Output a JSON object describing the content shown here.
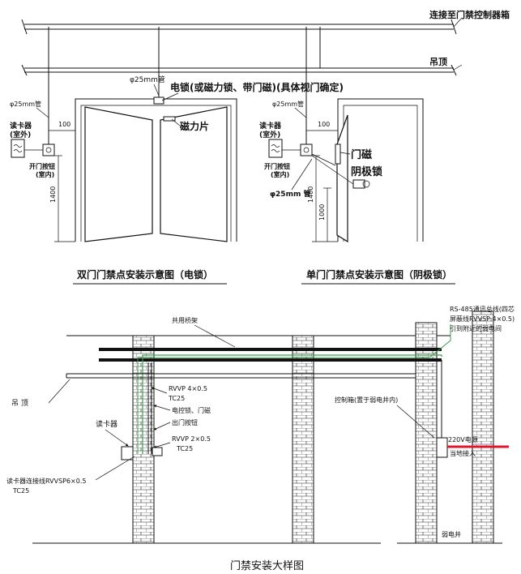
{
  "top_diagram": {
    "label_control_box": "连接至门禁控制器箱",
    "label_ceiling": "吊顶",
    "label_pipe_25_center": "φ25mm管",
    "label_lock": "电锁(或磁力锁、带门磁)(具体视门确定)",
    "label_magnet_plate": "磁力片",
    "double_door": {
      "pipe_label": "φ25mm管",
      "reader_label_1": "读卡器",
      "reader_label_2": "(室外)",
      "button_label_1": "开门按钮",
      "button_label_2": "(室内)",
      "dim_100": "100",
      "dim_1400": "1400",
      "caption": "双门门禁点安装示意图（电锁）"
    },
    "single_door": {
      "pipe_label": "φ25mm管",
      "reader_label_1": "读卡器",
      "reader_label_2": "(室外)",
      "button_label_1": "开门按钮",
      "button_label_2": "(室内)",
      "label_door_contact": "门磁",
      "label_cathode_lock": "阴极锁",
      "label_pipe_25": "φ25mm 管",
      "dim_100": "100",
      "dim_1400": "1400",
      "dim_1000": "1000",
      "caption": "单门门禁点安装示意图（阴极锁）"
    }
  },
  "bottom_diagram": {
    "label_tray": "共用桥架",
    "label_rs485_1": "RS-485通讯总线(四芯",
    "label_rs485_2": "屏蔽线RVVSP 4×0.5)",
    "label_rs485_3": "引到附近的弱电间",
    "label_rvvp4": "RVVP 4×0.5",
    "label_tc25_a": "TC25",
    "label_elock": "电控锁、门磁",
    "label_exit_button": "出门按钮",
    "label_rvvp2": "RVVP 2×0.5",
    "label_tc25_b": "TC25",
    "label_ceiling": "吊  顶",
    "label_reader": "读卡器",
    "label_reader_cable": "读卡器连接线RVVSP6×0.5",
    "label_tc25_c": "TC25",
    "label_control_box": "控制箱(置于弱电井内)",
    "label_220v_1": "220V电源",
    "label_220v_2": "当地接入",
    "label_shaft": "弱电井",
    "power_line_color": "#e0162b",
    "signal_line_color": "#3a9d4e"
  },
  "caption": "门禁安装大样图"
}
